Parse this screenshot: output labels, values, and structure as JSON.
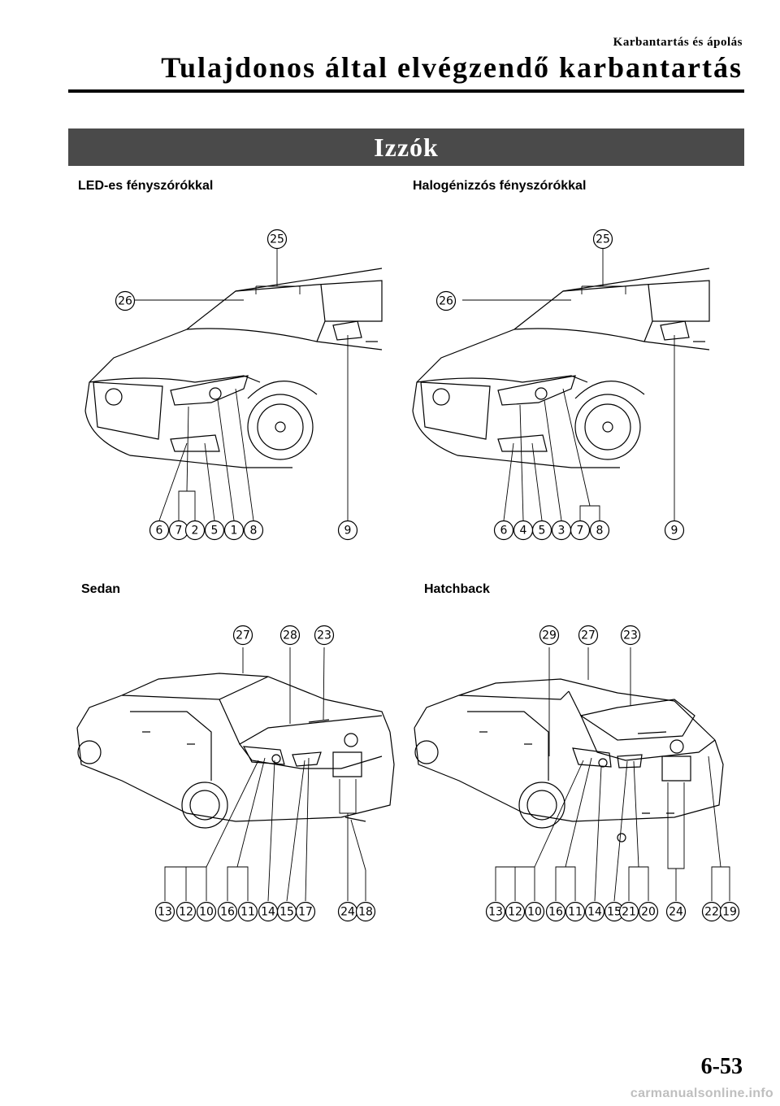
{
  "header": {
    "section": "Karbantartás és ápolás",
    "title": "Tulajdonos által elvégzendő karbantartás"
  },
  "banner": {
    "title": "Izzók"
  },
  "figures": {
    "led": {
      "caption": "LED-es fényszórókkal",
      "labels": [
        "25",
        "26",
        "6",
        "7",
        "2",
        "5",
        "1",
        "8",
        "9"
      ]
    },
    "halogen": {
      "caption": "Halogénizzós fényszórókkal",
      "labels": [
        "25",
        "26",
        "6",
        "4",
        "5",
        "3",
        "7",
        "8",
        "9"
      ]
    },
    "sedan": {
      "caption": "Sedan",
      "labels": [
        "27",
        "28",
        "23",
        "13",
        "12",
        "10",
        "16",
        "11",
        "14",
        "15",
        "17",
        "24",
        "18"
      ]
    },
    "hatchback": {
      "caption": "Hatchback",
      "labels": [
        "29",
        "27",
        "23",
        "13",
        "12",
        "10",
        "16",
        "11",
        "14",
        "15",
        "21",
        "20",
        "24",
        "22",
        "19"
      ]
    }
  },
  "footer": {
    "page_number": "6-53",
    "watermark": "carmanualsonline.info"
  }
}
